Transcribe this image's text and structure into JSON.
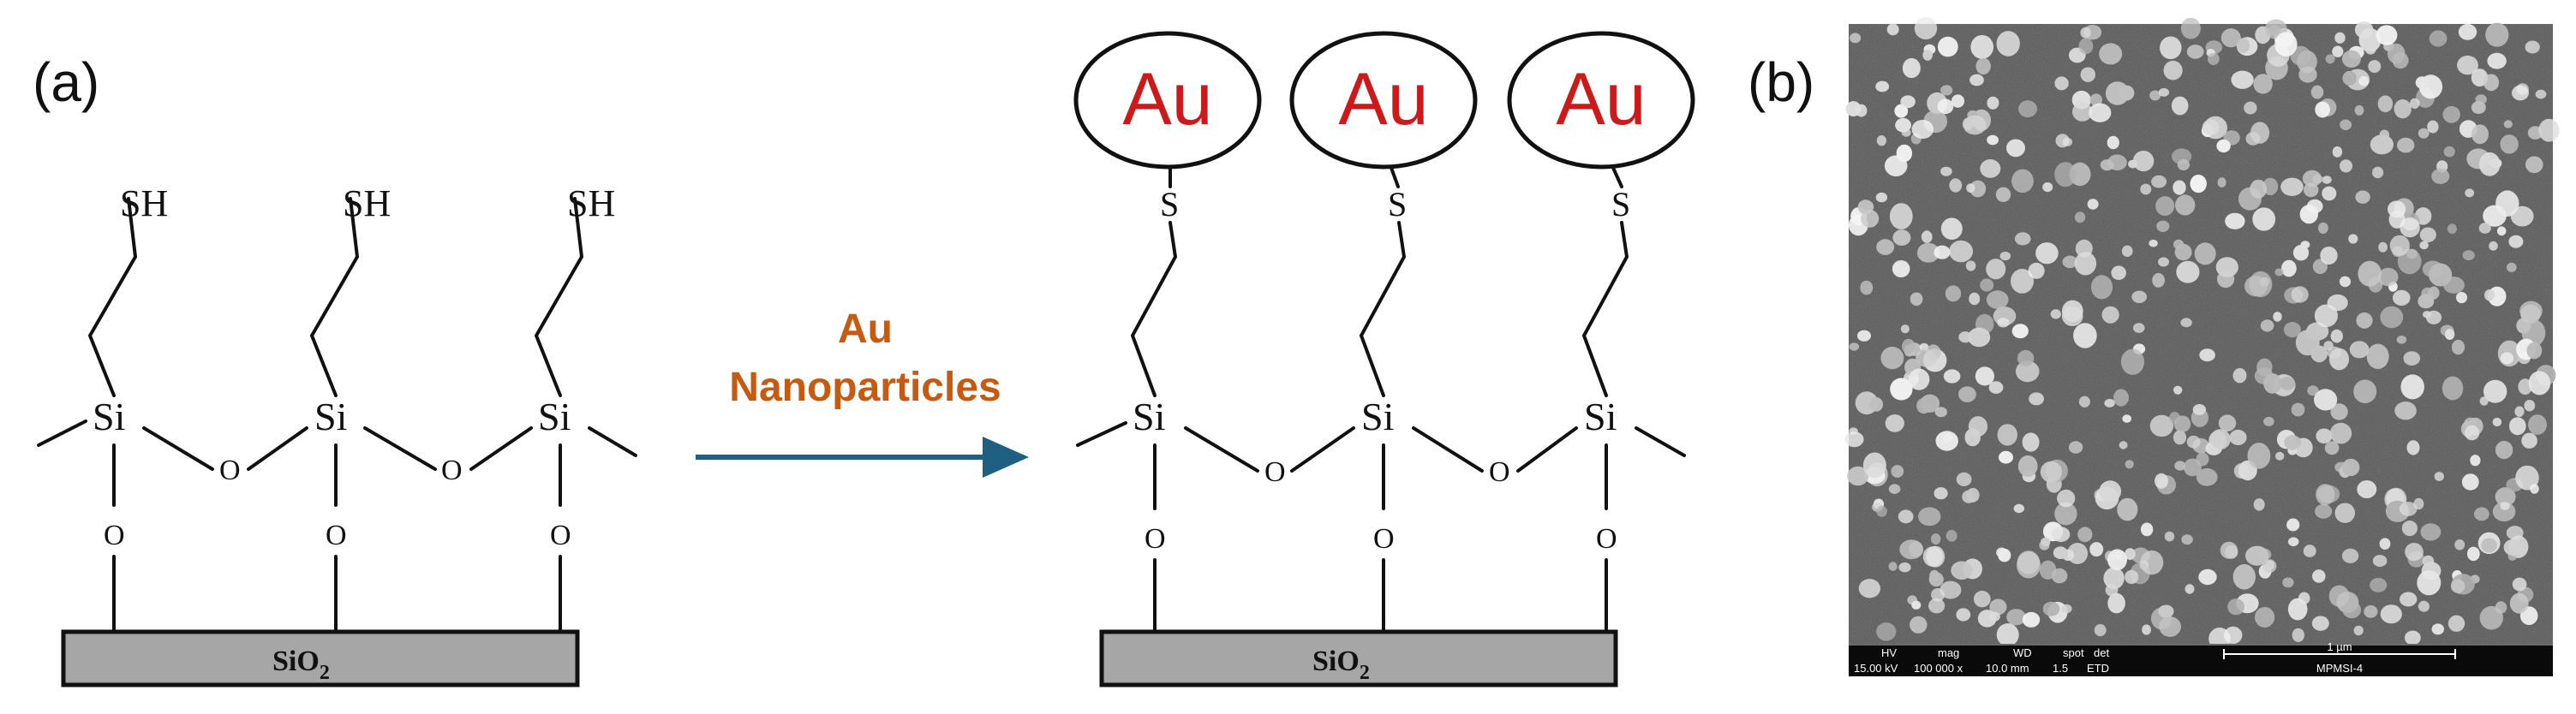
{
  "panel_a_label": "(a)",
  "panel_b_label": "(b)",
  "before": {
    "thiol": "SH",
    "silicon": "Si",
    "oxygen": "O",
    "substrate": "SiO",
    "substrate_sub": "2"
  },
  "arrow": {
    "line1": "Au",
    "line2": "Nanoparticles",
    "color": "#1f5f82",
    "text_color": "#c55a11"
  },
  "after": {
    "gold": "Au",
    "sulfur": "S",
    "silicon": "Si",
    "oxygen": "O",
    "substrate": "SiO",
    "substrate_sub": "2",
    "gold_color": "#cc1a1a"
  },
  "sem": {
    "hv_label": "HV",
    "mag_label": "mag",
    "wd_label": "WD",
    "spot_label": "spot",
    "det_label": "det",
    "hv": "15.00 kV",
    "mag": "100 000 x",
    "wd": "10.0 mm",
    "spot": "1.5",
    "det": "ETD",
    "scale": "1 µm",
    "sample": "MPMSI-4"
  }
}
